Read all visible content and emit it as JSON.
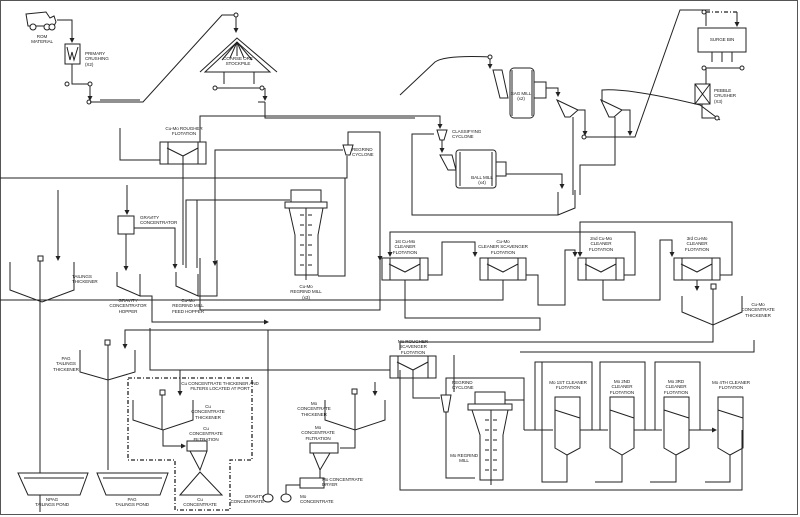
{
  "diagram": {
    "title": "Process Flow Diagram",
    "labels": {
      "rom_material": "ROM\nMATERIAL",
      "primary_crushing": "PRIMARY\nCRUSHING\n(X2)",
      "coarse_ore_stockpile": "COARSE ORE\nSTOCKPILE",
      "surge_bin": "SURGE BIN",
      "pebble_crusher": "PEBBLE\nCRUSHER\n(X3)",
      "sag_mill": "SAG MILL\n(x2)",
      "classifying_cyclone": "CLASSIFYING\nCYCLONE",
      "ball_mill": "BALL MILL\n(x4)",
      "cumo_rougher_flotation": "Cu-Mo ROUGHER\nFLOTATION",
      "regrind_cyclone": "REGRIND\nCYCLONE",
      "gravity_concentrator": "GRAVITY\nCONCENTRATOR",
      "gravity_concentrator_hopper": "GRAVITY\nCONCENTRATOR\nHOPPER",
      "cumo_regrind_feed_hopper": "Cu-Mo\nREGRIND MILL\nFEED HOPPER",
      "cumo_regrind_mill": "Cu-Mo\nREGRIND MILL\n(x3)",
      "tailings_thickener": "TAILINGS\nTHICKENER",
      "cleaner_1": "1st Cu-Mo\nCLEANER\nFLOTATION",
      "cleaner_scavenger": "Cu-Mo\nCLEANER SCAVENGER\nFLOTATION",
      "cleaner_2": "2nd Cu-Mo\nCLEANER\nFLOTATION",
      "cleaner_3": "3rd Cu-Mo\nCLEANER\nFLOTATION",
      "cumo_concentrate_thickener": "Cu-Mo\nCONCENTRATE\nTHICKENER",
      "mo_rougher_scavenger": "Mo ROUGHER\nSCAVENGER\nFLOTATION",
      "mo_regrind_cyclone": "REGRIND\nCYCLONE",
      "mo_regrind_mill": "Mo REGRIND\nMILL",
      "mo_cleaner_1": "Mo 1ST CLEANER\nFLOTATION",
      "mo_cleaner_2": "Mo 2ND\nCLEANER\nFLOTATION",
      "mo_cleaner_3": "Mo 3RD\nCLEANER\nFLOTATION",
      "mo_cleaner_4": "Mo 4TH CLEANER\nFLOTATION",
      "pag_tailings_thickener": "PAG\nTAILINGS\nTHICKENER",
      "cu_port_note": "Cu CONCENTRATE THICKENER AND\nFILTERS LOCATED AT PORT",
      "cu_concentrate_thickener": "Cu\nCONCENTRATE\nTHICKENER",
      "cu_concentrate_filtration": "Cu\nCONCENTRATE\nFILTRATION",
      "cu_concentrate": "Cu\nCONCENTRATE",
      "mo_concentrate_thickener": "Mo\nCONCENTRATE\nTHICKENER",
      "mo_concentrate_filtration": "Mo\nCONCENTRATE\nFILTRATION",
      "mo_concentrate_dryer": "Mo CONCENTRATE\nDRYER",
      "mo_concentrate": "Mo\nCONCENTRATE",
      "gravity_concentrate": "GRAVITY\nCONCENTRATE",
      "npag_tailings_pond": "NPAG\nTAILINGS POND",
      "pag_tailings_pond": "PAG\nTAILINGS POND"
    }
  }
}
